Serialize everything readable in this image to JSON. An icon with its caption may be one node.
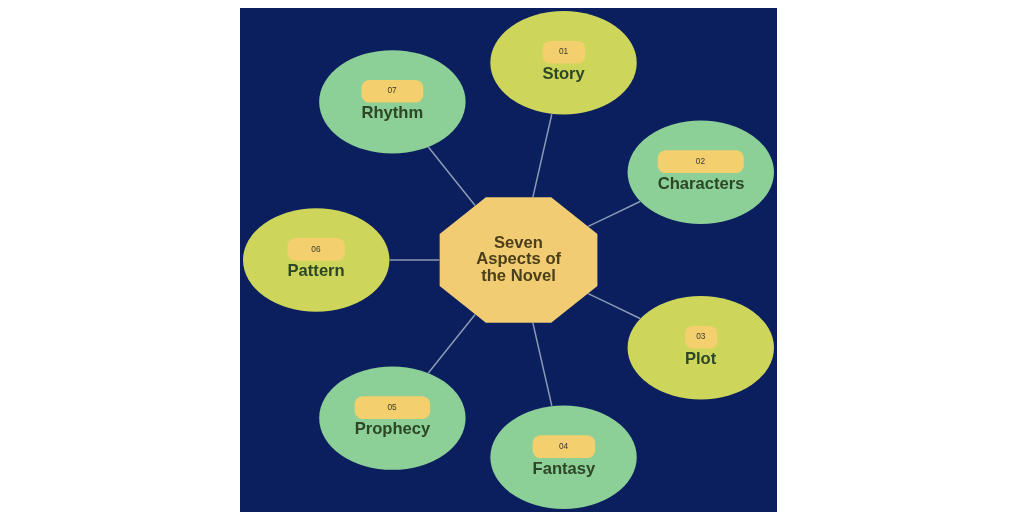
{
  "diagram": {
    "nodes": [
      {
        "text": [
          "Seven Aspects of the Novel"
        ]
      },
      {
        "text": [
          "01",
          "Story"
        ]
      },
      {
        "text": [
          "02",
          "Characters"
        ]
      },
      {
        "text": [
          "03",
          "Plot"
        ]
      },
      {
        "text": [
          "04",
          "Fantasy"
        ]
      },
      {
        "text": [
          "05",
          "Prophecy"
        ]
      },
      {
        "text": [
          "06",
          "Pattern"
        ]
      },
      {
        "text": [
          "07",
          "Rhythm"
        ]
      }
    ],
    "edges": [
      {
        "from": 0,
        "to": 1,
        "arrow": "none"
      },
      {
        "from": 0,
        "to": 2,
        "arrow": "none"
      },
      {
        "from": 0,
        "to": 3,
        "arrow": "none"
      },
      {
        "from": 0,
        "to": 4,
        "arrow": "none"
      },
      {
        "from": 0,
        "to": 5,
        "arrow": "none"
      },
      {
        "from": 0,
        "to": 6,
        "arrow": "none"
      },
      {
        "from": 0,
        "to": 7,
        "arrow": "none"
      }
    ]
  }
}
